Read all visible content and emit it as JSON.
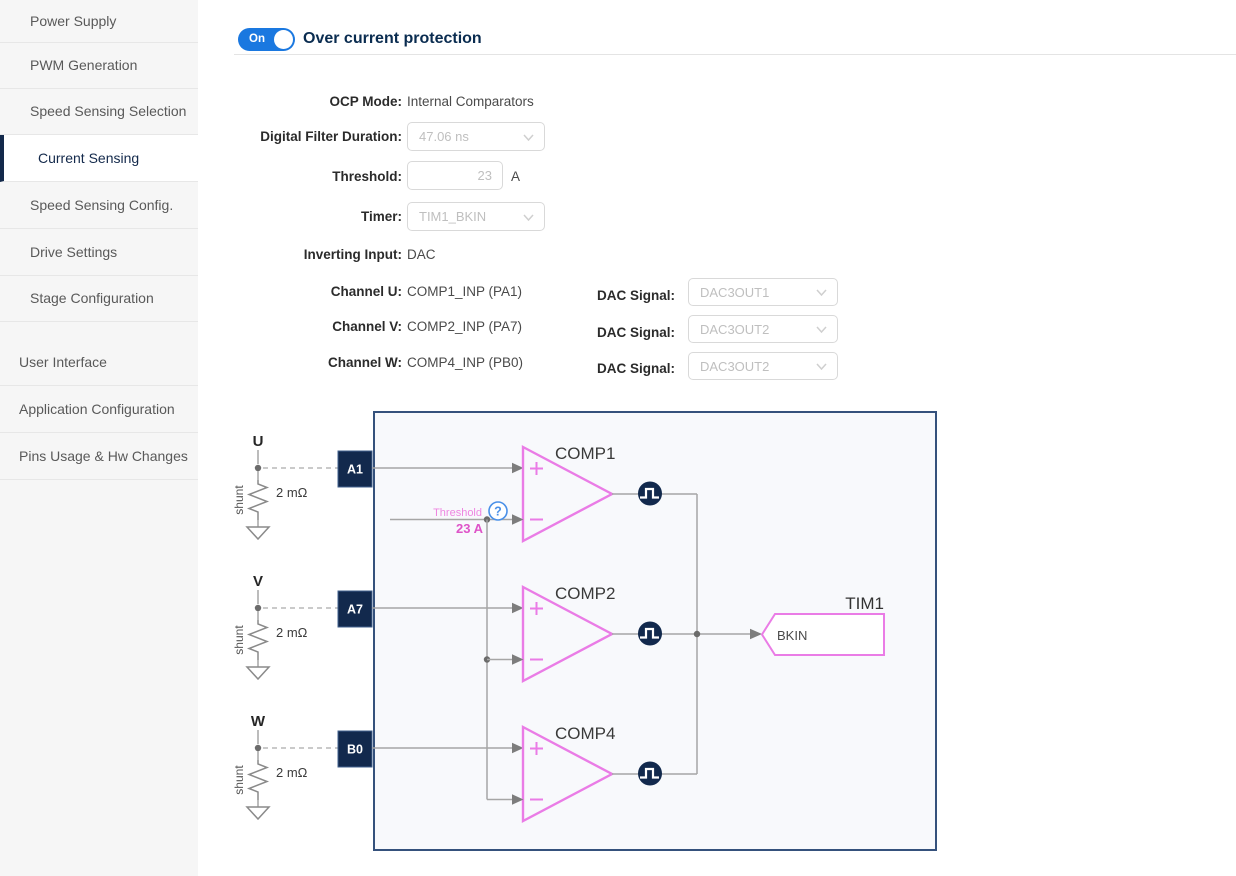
{
  "sidebar": {
    "items": [
      {
        "label": "Power Supply"
      },
      {
        "label": "PWM Generation"
      },
      {
        "label": "Speed Sensing Selection"
      },
      {
        "label": "Current Sensing",
        "active": true
      },
      {
        "label": "Speed Sensing Config."
      },
      {
        "label": "Drive Settings"
      },
      {
        "label": "Stage Configuration"
      },
      {
        "label": "User Interface"
      },
      {
        "label": "Application Configuration"
      },
      {
        "label": "Pins Usage & Hw Changes"
      }
    ]
  },
  "header": {
    "toggle_label": "On",
    "toggle_state": "on",
    "title": "Over current protection"
  },
  "form": {
    "ocp_mode": {
      "label": "OCP Mode:",
      "value": "Internal Comparators"
    },
    "digital_filter": {
      "label": "Digital Filter Duration:",
      "value": "47.06 ns"
    },
    "threshold": {
      "label": "Threshold:",
      "value": "23",
      "unit": "A"
    },
    "timer": {
      "label": "Timer:",
      "value": "TIM1_BKIN"
    },
    "inverting_input": {
      "label": "Inverting Input:",
      "value": "DAC"
    },
    "channels": [
      {
        "label": "Channel U:",
        "value": "COMP1_INP (PA1)",
        "dac_label": "DAC Signal:",
        "dac_value": "DAC3OUT1"
      },
      {
        "label": "Channel V:",
        "value": "COMP2_INP (PA7)",
        "dac_label": "DAC Signal:",
        "dac_value": "DAC3OUT2"
      },
      {
        "label": "Channel W:",
        "value": "COMP4_INP (PB0)",
        "dac_label": "DAC Signal:",
        "dac_value": "DAC3OUT2"
      }
    ]
  },
  "diagram": {
    "phases": [
      {
        "name": "U",
        "pin": "A1",
        "shunt": "shunt",
        "resistance": "2 mΩ",
        "comparator": "COMP1"
      },
      {
        "name": "V",
        "pin": "A7",
        "shunt": "shunt",
        "resistance": "2 mΩ",
        "comparator": "COMP2"
      },
      {
        "name": "W",
        "pin": "B0",
        "shunt": "shunt",
        "resistance": "2 mΩ",
        "comparator": "COMP4"
      }
    ],
    "threshold_label": "Threshold",
    "threshold_value": "23 A",
    "help_glyph": "?",
    "timer_name": "TIM1",
    "timer_input": "BKIN"
  },
  "colors": {
    "accent_blue": "#1a78e0",
    "navy": "#12294d",
    "frame_border": "#35517c",
    "comparator_magenta": "#ea7ce6",
    "threshold_pink": "#de54c8",
    "wire_gray": "#a6a6a6"
  }
}
